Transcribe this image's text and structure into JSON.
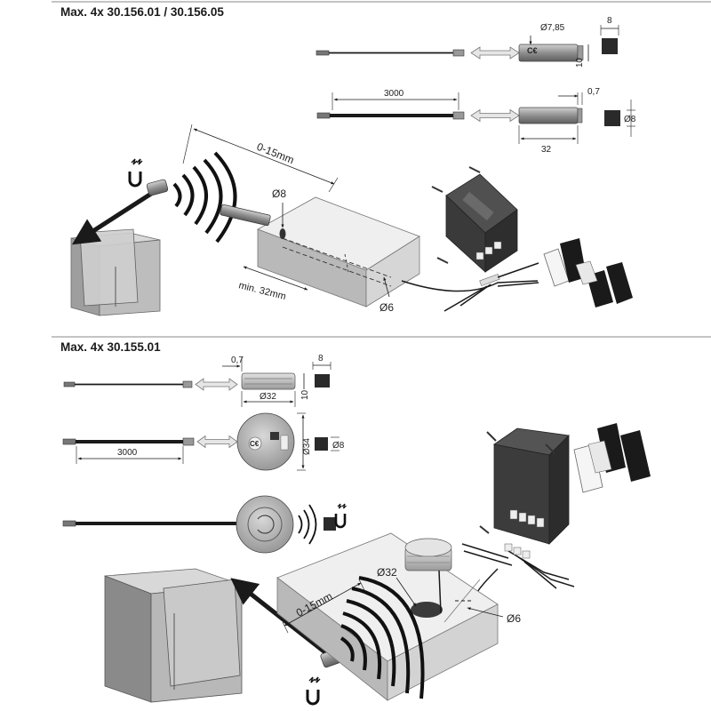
{
  "section1": {
    "heading": "Max. 4x  30.156.01 / 30.156.05",
    "dims": {
      "diameter_sensor": "Ø7,85",
      "width_8": "8",
      "height_10": "10",
      "cable_length": "3000",
      "offset": "0,7",
      "diameter_8": "Ø8",
      "length_32": "32"
    },
    "scene": {
      "distance": "0-15mm",
      "drill_diameter": "Ø8",
      "min_depth": "min. 32mm",
      "hole_diameter": "Ø6"
    }
  },
  "section2": {
    "heading": "Max. 4x  30.155.01",
    "dims": {
      "offset": "0,7",
      "width_8": "8",
      "diameter_32": "Ø32",
      "height_10": "10",
      "diameter_34": "Ø34",
      "diameter_8": "Ø8",
      "cable_length": "3000"
    },
    "scene": {
      "distance": "0-15mm",
      "drill_diameter": "Ø32",
      "hole_diameter": "Ø6"
    }
  },
  "colors": {
    "ink": "#1a1a1a",
    "divider": "#b0b0b0",
    "box_light": "#ececec",
    "box_dark": "#b4b4b4",
    "metal": "#8c8c8c"
  }
}
